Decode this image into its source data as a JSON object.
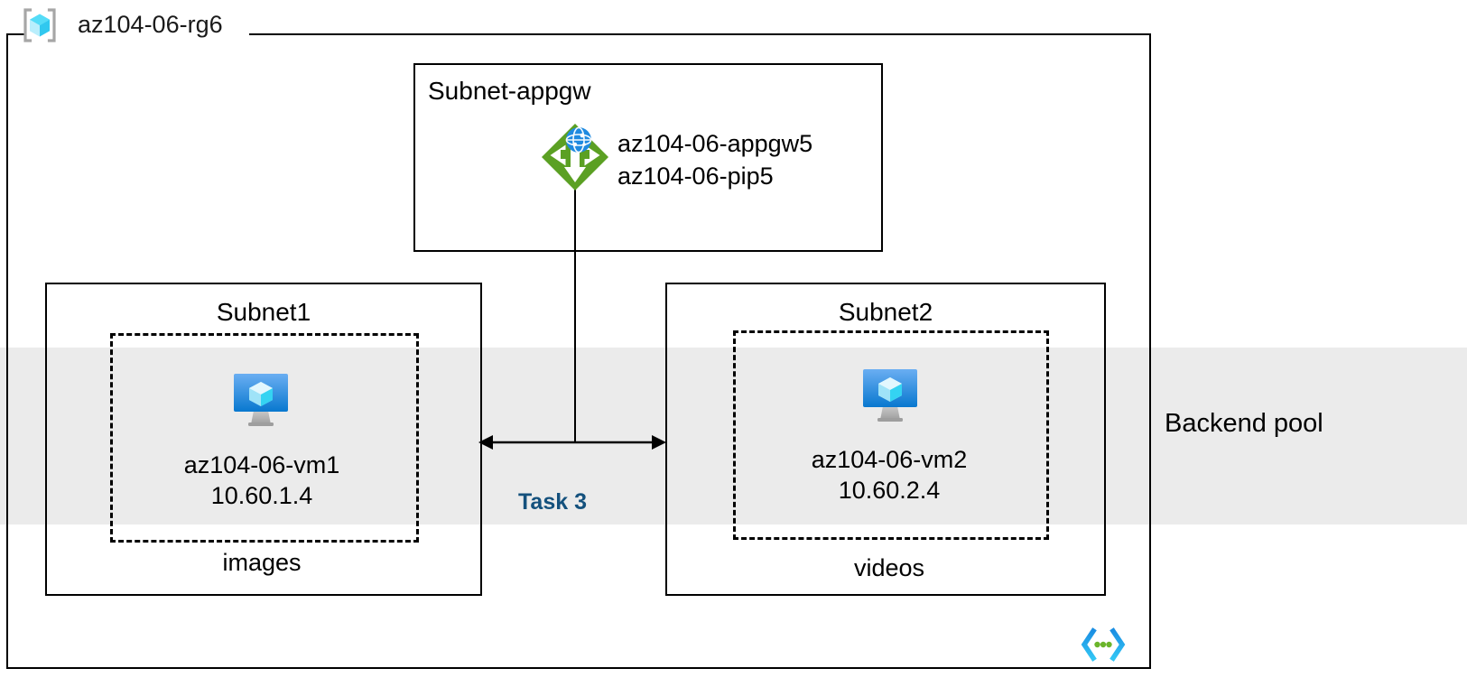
{
  "diagram": {
    "title": "az104-06-rg6",
    "resource_group": {
      "name": "az104-06-rg6",
      "icon": "resource-group-icon"
    },
    "backend_pool": {
      "label": "Backend pool",
      "band_color": "#ebebeb"
    },
    "task": {
      "label": "Task 3",
      "color": "#14517d"
    },
    "subnets": [
      {
        "name": "Subnet-appgw",
        "resources": [
          {
            "icon": "application-gateway-icon",
            "lines": [
              "az104-06-appgw5",
              "az104-06-pip5"
            ]
          }
        ]
      },
      {
        "name": "Subnet1",
        "vm": {
          "icon": "virtual-machine-icon",
          "name": "az104-06-vm1",
          "ip": "10.60.1.4"
        },
        "purpose": "images"
      },
      {
        "name": "Subnet2",
        "vm": {
          "icon": "virtual-machine-icon",
          "name": "az104-06-vm2",
          "ip": "10.60.2.4"
        },
        "purpose": "videos"
      }
    ],
    "appgw_label_line1": "az104-06-appgw5",
    "appgw_label_line2": "az104-06-pip5",
    "template_icon": "code-brackets-icon",
    "colors": {
      "appgw_green": "#5ba023",
      "vm_blue_top": "#5ba3ee",
      "vm_blue_bottom": "#0a7bd0",
      "cube_cyan": "#32d5f0",
      "code_blue": "#1b8fe3",
      "code_cyan": "#32c5f4",
      "code_green": "#6bb52b",
      "border_black": "#000000"
    }
  }
}
